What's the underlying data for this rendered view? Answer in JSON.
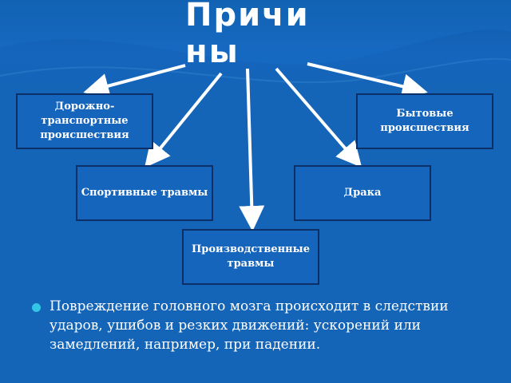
{
  "slide": {
    "title": "Причины",
    "boxes": {
      "road": "Дорожно-транспортные происшествия",
      "home": "Бытовые происшествия",
      "sport": "Спортивные травмы",
      "fight": "Драка",
      "work": "Производственные травмы"
    },
    "bullet": "Повреждение головного мозга происходит в следствии ударов, ушибов и резких движений: ускорений или замедлений, например, при падении."
  },
  "colors": {
    "background": "#1464b8",
    "box_border": "#0b2f66",
    "arrow": "#ffffff",
    "bullet_dot": "#33c5e6"
  }
}
